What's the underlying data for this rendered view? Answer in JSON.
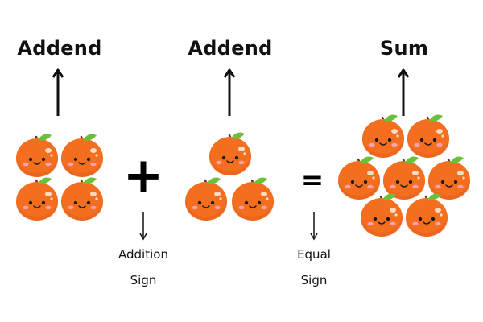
{
  "labels": {
    "addend_1": "Addend",
    "addend_2": "Addend",
    "sum": "Sum",
    "addition_sign_line1": "Addition",
    "addition_sign_line2": "Sign",
    "equal_sign_line1": "Equal",
    "equal_sign_line2": "Sign"
  },
  "symbols": {
    "plus": "+",
    "equals": "="
  },
  "groups": {
    "addend_1_count": 4,
    "addend_2_count": 3,
    "sum_count": 7
  },
  "colors": {
    "orange": "#f36f1f",
    "orange_dark": "#e0581a",
    "leaf": "#6cbf3a",
    "stem": "#5b3a1e",
    "cheek": "#ff9fb2",
    "ink": "#111111"
  }
}
